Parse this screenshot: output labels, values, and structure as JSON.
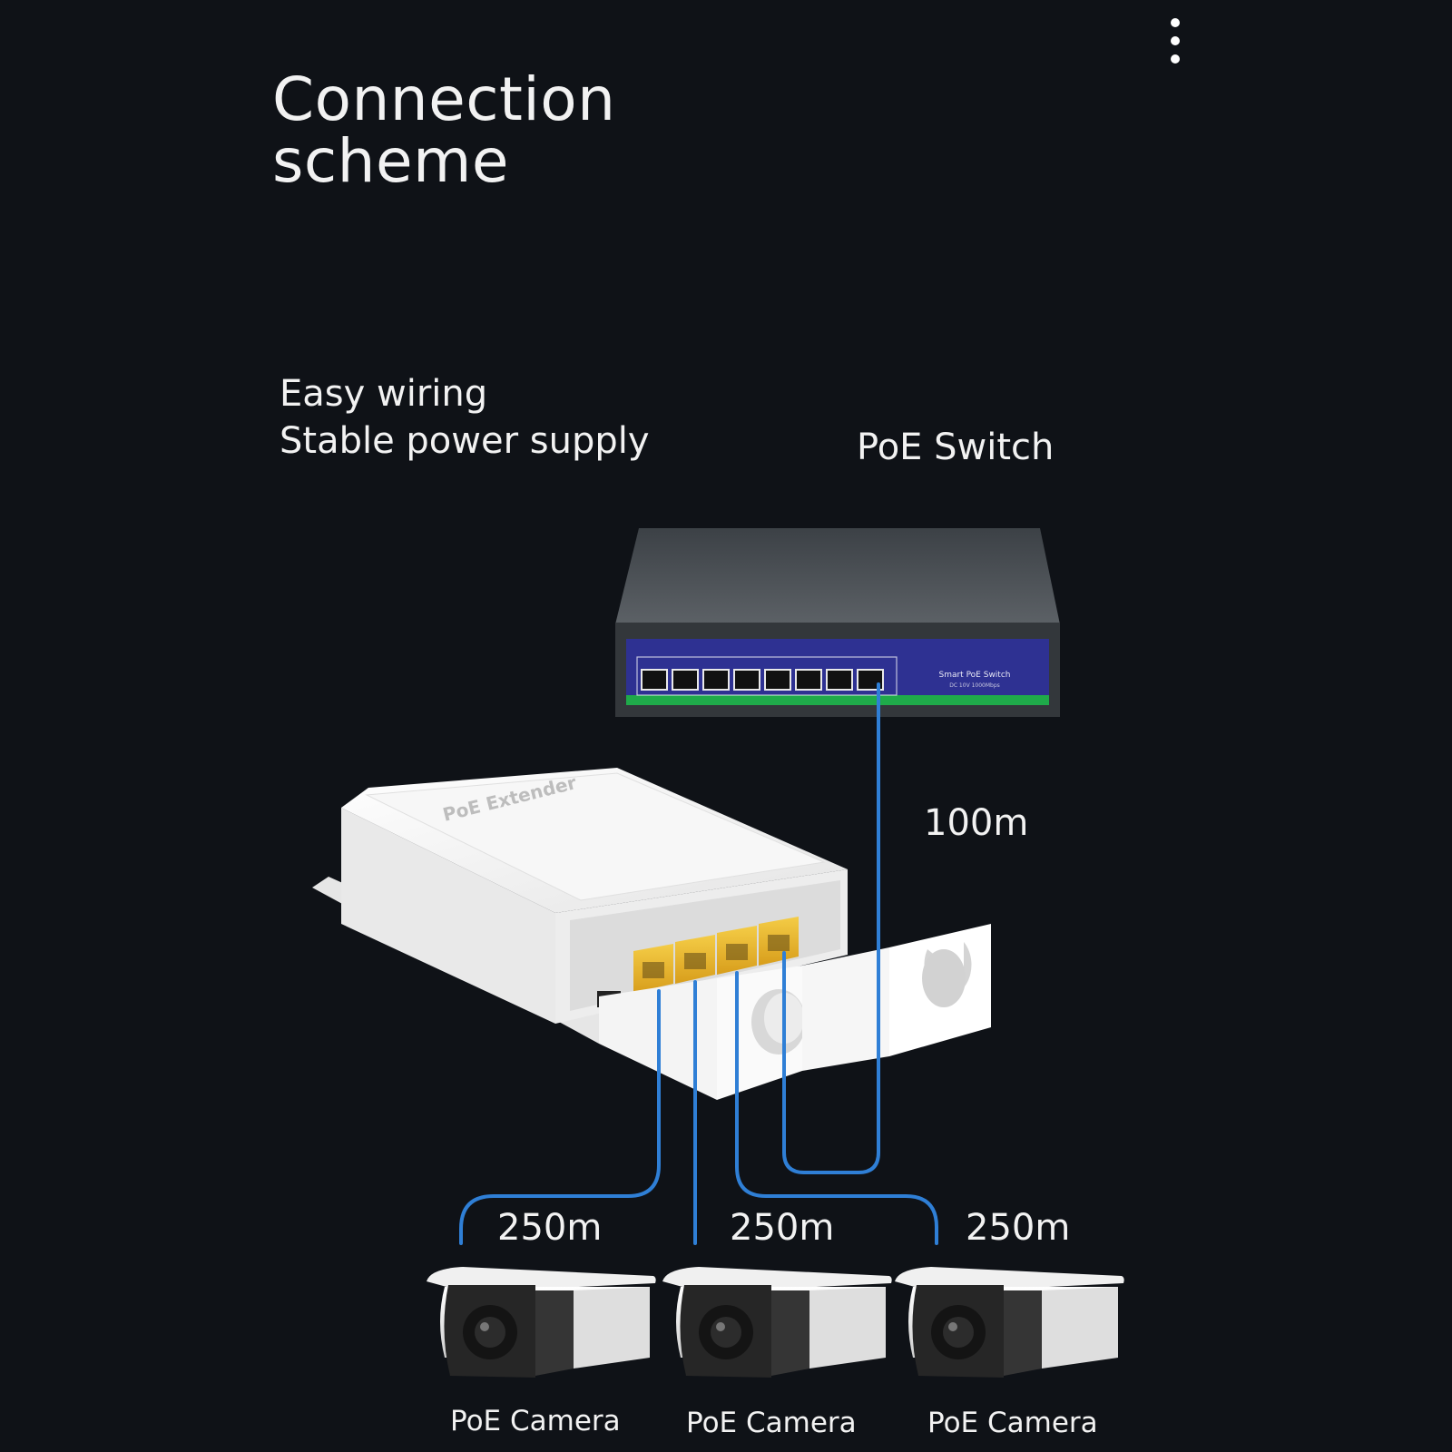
{
  "title": {
    "line1": "Connection",
    "line2": "scheme"
  },
  "subtitle": {
    "line1": "Easy wiring",
    "line2": "Stable power supply"
  },
  "switch": {
    "label": "PoE Switch",
    "panel_text": "Smart PoE Switch",
    "panel_subtext": "DC 10V 1000Mbps",
    "port_count": 8
  },
  "extender": {
    "name": "PoE Extender",
    "port_count": 4
  },
  "uplink": {
    "distance": "100m"
  },
  "cameras": [
    {
      "distance": "250m",
      "label": "PoE Camera"
    },
    {
      "distance": "250m",
      "label": "PoE Camera"
    },
    {
      "distance": "250m",
      "label": "PoE Camera"
    }
  ],
  "colors": {
    "background": "#0f1217",
    "cable": "#2f7fd6",
    "switch_panel": "#2e3192",
    "switch_stripe": "#1faa4a",
    "port_yellow": "#e5b52a",
    "device_white": "#f2f2f2"
  },
  "menu": {
    "icon": "more-vertical-icon"
  }
}
